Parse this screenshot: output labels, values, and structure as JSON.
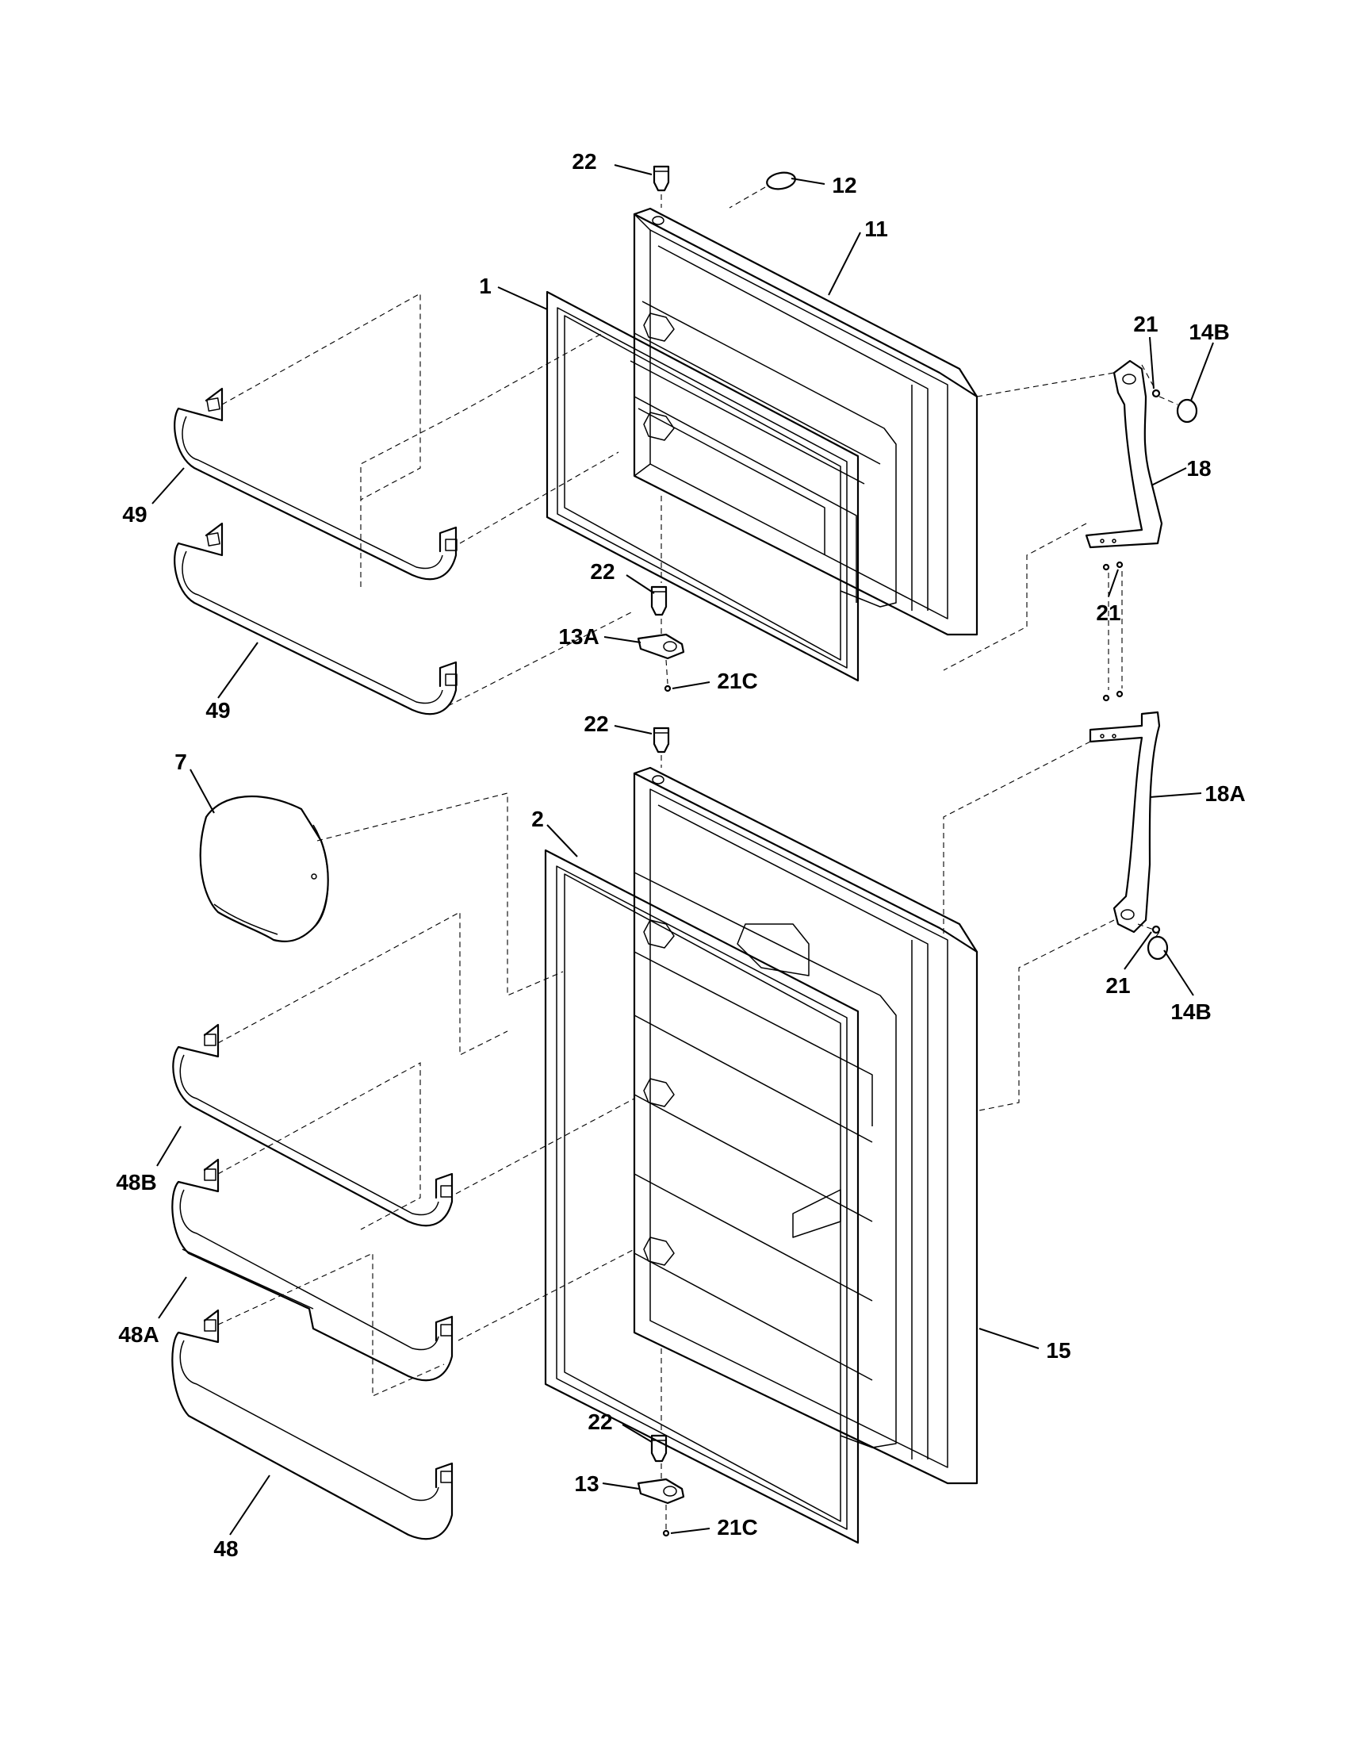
{
  "callouts": [
    {
      "id": "c-22-top",
      "text": "22"
    },
    {
      "id": "c-12",
      "text": "12"
    },
    {
      "id": "c-11",
      "text": "11"
    },
    {
      "id": "c-1",
      "text": "1"
    },
    {
      "id": "c-21-top",
      "text": "21"
    },
    {
      "id": "c-14b-top",
      "text": "14B"
    },
    {
      "id": "c-18",
      "text": "18"
    },
    {
      "id": "c-49-upper",
      "text": "49"
    },
    {
      "id": "c-49-lower",
      "text": "49"
    },
    {
      "id": "c-22-mid",
      "text": "22"
    },
    {
      "id": "c-13a",
      "text": "13A"
    },
    {
      "id": "c-21c-top",
      "text": "21C"
    },
    {
      "id": "c-21-mid",
      "text": "21"
    },
    {
      "id": "c-22-lowdoor",
      "text": "22"
    },
    {
      "id": "c-7",
      "text": "7"
    },
    {
      "id": "c-2",
      "text": "2"
    },
    {
      "id": "c-18a",
      "text": "18A"
    },
    {
      "id": "c-21-bot",
      "text": "21"
    },
    {
      "id": "c-14b-bot",
      "text": "14B"
    },
    {
      "id": "c-48b",
      "text": "48B"
    },
    {
      "id": "c-48a",
      "text": "48A"
    },
    {
      "id": "c-15",
      "text": "15"
    },
    {
      "id": "c-22-bot",
      "text": "22"
    },
    {
      "id": "c-13",
      "text": "13"
    },
    {
      "id": "c-21c-bot",
      "text": "21C"
    },
    {
      "id": "c-48",
      "text": "48"
    }
  ]
}
